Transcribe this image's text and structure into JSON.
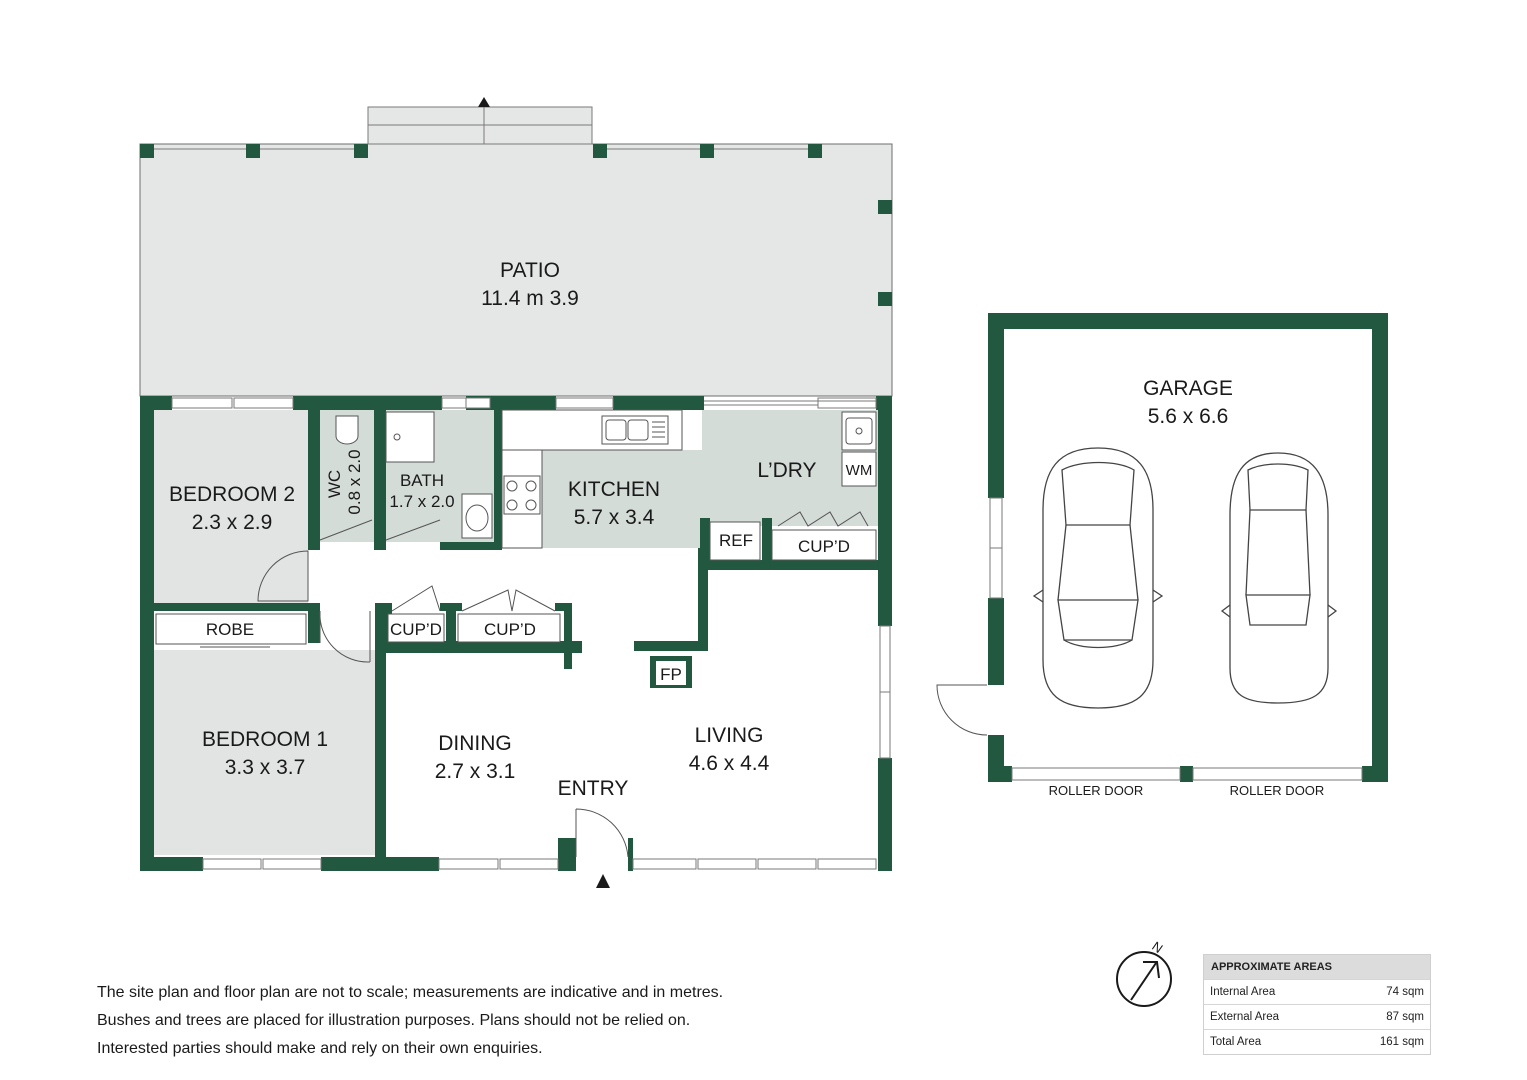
{
  "rooms": {
    "patio": {
      "name": "PATIO",
      "size": "11.4 m 3.9"
    },
    "bedroom2": {
      "name": "BEDROOM 2",
      "size": "2.3 x 2.9"
    },
    "wc": {
      "name": "WC",
      "size": "0.8 x 2.0"
    },
    "bath": {
      "name": "BATH",
      "size": "1.7 x 2.0"
    },
    "kitchen": {
      "name": "KITCHEN",
      "size": "5.7 x 3.4"
    },
    "laundry": {
      "name": "L’DRY"
    },
    "wm": "WM",
    "ref": "REF",
    "cupd": "CUP’D",
    "robe": "ROBE",
    "fp": "FP",
    "bedroom1": {
      "name": "BEDROOM 1",
      "size": "3.3 x 3.7"
    },
    "dining": {
      "name": "DINING",
      "size": "2.7 x 3.1"
    },
    "entry": {
      "name": "ENTRY"
    },
    "living": {
      "name": "LIVING",
      "size": "4.6 x 4.4"
    },
    "garage": {
      "name": "GARAGE",
      "size": "5.6 x 6.6"
    },
    "roller_door": "ROLLER DOOR"
  },
  "compass": {
    "label": "N"
  },
  "disclaimer": [
    "The site plan and floor plan are not to scale; measurements are indicative and in metres.",
    "Bushes and trees are placed for illustration purposes. Plans should not be relied on.",
    "Interested parties should make and rely on their own enquiries."
  ],
  "areas": {
    "title": "APPROXIMATE AREAS",
    "rows": [
      {
        "label": "Internal Area",
        "value": "74 sqm"
      },
      {
        "label": "External Area",
        "value": "87 sqm"
      },
      {
        "label": "Total Area",
        "value": "161 sqm"
      }
    ]
  },
  "colors": {
    "wall": "#225840",
    "patio_fill": "#e5e7e6",
    "wet_fill": "#d4dcd8",
    "bedroom_fill": "#e2e4e3"
  }
}
